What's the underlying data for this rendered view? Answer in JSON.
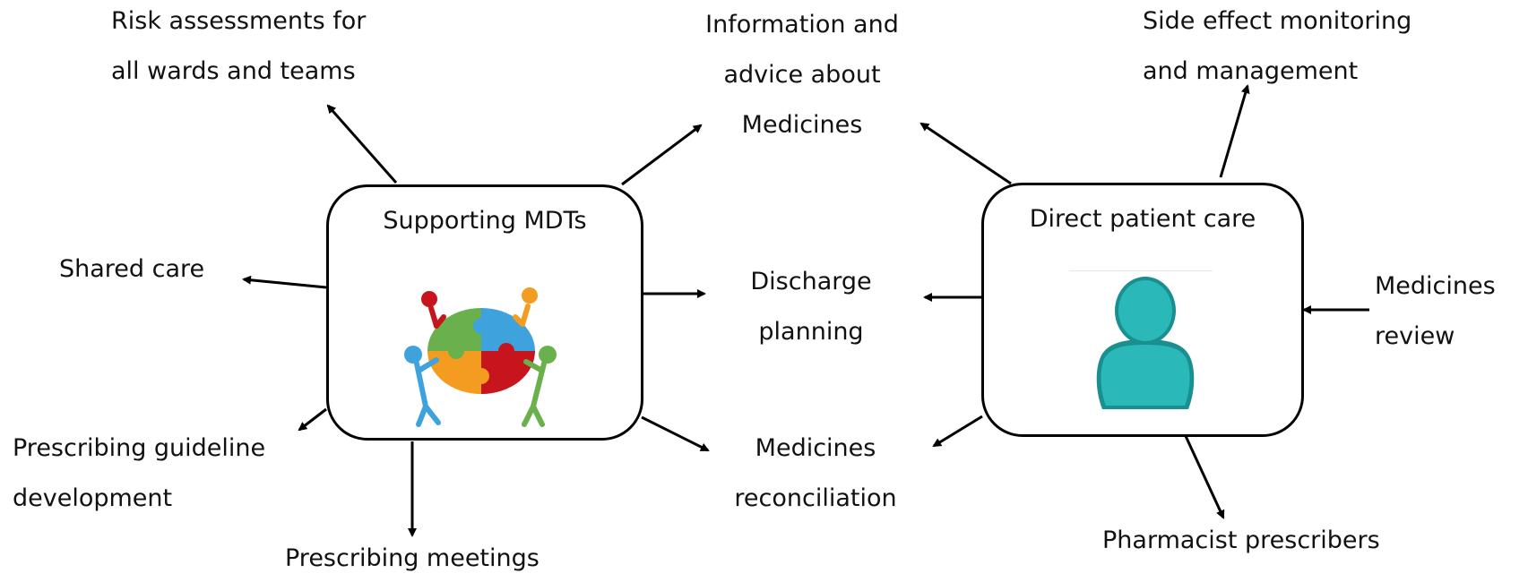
{
  "hubs": {
    "mdt": {
      "title": "Supporting MDTs",
      "icon": "puzzle-team-icon"
    },
    "patient": {
      "title": "Direct patient care",
      "icon": "person-icon"
    }
  },
  "labels": {
    "risk": [
      "Risk assessments for",
      "all wards and teams"
    ],
    "info": [
      "Information and",
      "advice about",
      "Medicines"
    ],
    "side": [
      "Side effect monitoring",
      "and management"
    ],
    "shared": [
      "Shared care"
    ],
    "discharge": [
      "Discharge",
      "planning"
    ],
    "review": [
      "Medicines",
      "review"
    ],
    "guideline": [
      "Prescribing guideline",
      "development"
    ],
    "reconciliation": [
      "Medicines",
      "reconciliation"
    ],
    "meetings": [
      "Prescribing meetings"
    ],
    "prescribers": [
      "Pharmacist prescribers"
    ]
  },
  "colors": {
    "person": "#2bb8b8",
    "personDark": "#1a8f90",
    "puzzleGreen": "#6ab04c",
    "puzzleBlue": "#3ea3dc",
    "puzzleOrange": "#f39c1f",
    "puzzleRed": "#c8141c"
  }
}
